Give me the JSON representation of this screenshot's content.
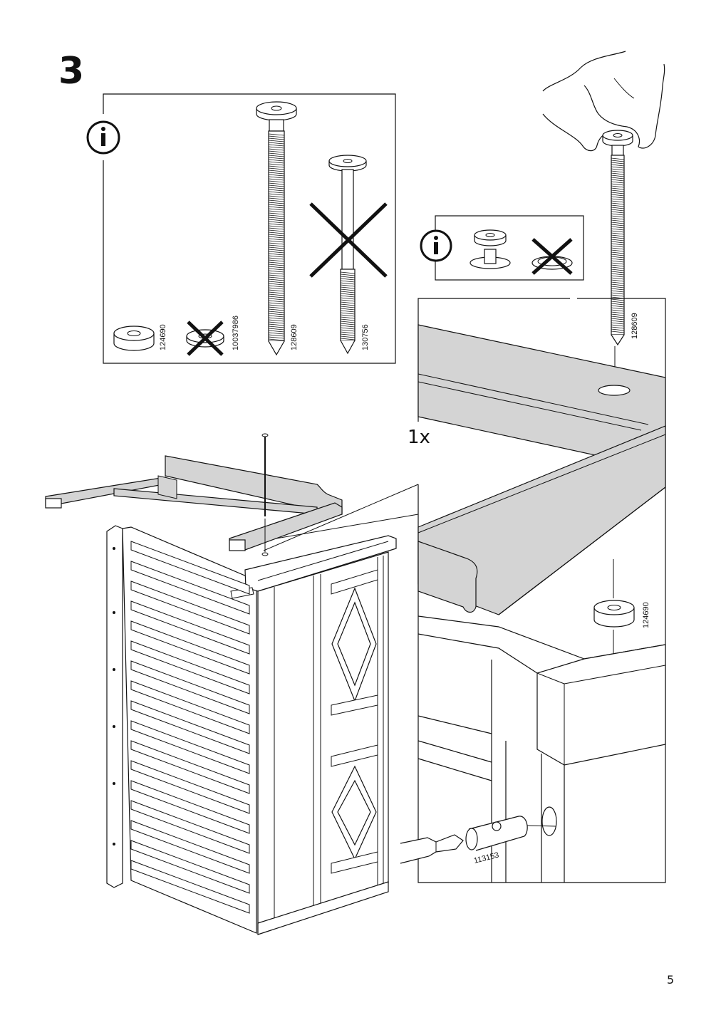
{
  "step": {
    "number": "3"
  },
  "info_panel": {
    "parts": [
      {
        "article": "124690",
        "allowed": true,
        "icon": "spacer-ring-icon"
      },
      {
        "article": "10037986",
        "allowed": false,
        "icon": "thin-ring-icon"
      },
      {
        "article": "128609",
        "allowed": true,
        "icon": "long-bolt-icon"
      },
      {
        "article": "130756",
        "allowed": false,
        "icon": "short-bolt-icon"
      }
    ]
  },
  "detail_panel": {
    "quantity": "1x",
    "bolt_article": "128609",
    "spacer_article": "124690",
    "dowel_article": "113153"
  },
  "page": {
    "number": "5"
  },
  "colors": {
    "ink": "#111111",
    "fill_grey": "#d4d4d4",
    "paper": "#ffffff"
  }
}
